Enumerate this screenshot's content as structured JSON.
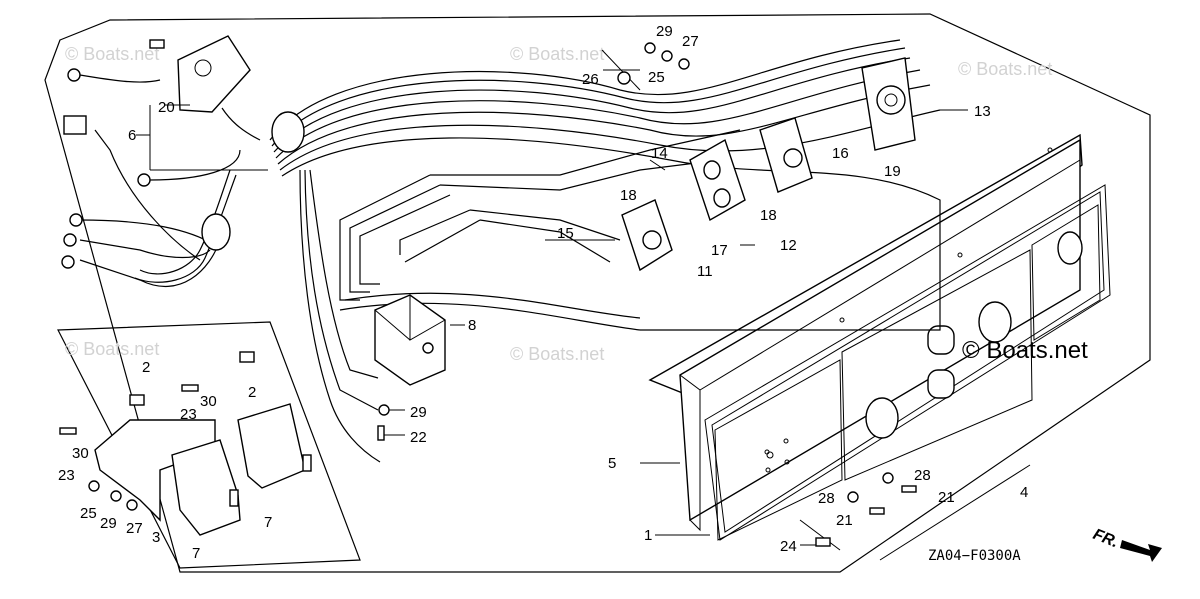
{
  "diagram": {
    "drawing_code": "ZA04−F0300A",
    "front_marker": "FR.",
    "watermarks": [
      "© Boats.net",
      "© Boats.net",
      "© Boats.net",
      "© Boats.net",
      "© Boats.net"
    ],
    "watermark_main": "© Boats.net",
    "callouts": {
      "p1": "1",
      "p2a": "2",
      "p2b": "2",
      "p3": "3",
      "p4": "4",
      "p5": "5",
      "p6": "6",
      "p7a": "7",
      "p7b": "7",
      "p8": "8",
      "p11": "11",
      "p12": "12",
      "p13": "13",
      "p14": "14",
      "p15": "15",
      "p16": "16",
      "p17": "17",
      "p18a": "18",
      "p18b": "18",
      "p19": "19",
      "p20": "20",
      "p21a": "21",
      "p21b": "21",
      "p22": "22",
      "p23a": "23",
      "p23b": "23",
      "p24": "24",
      "p25a": "25",
      "p25b": "25",
      "p26": "26",
      "p27a": "27",
      "p27b": "27",
      "p28a": "28",
      "p28b": "28",
      "p29a": "29",
      "p29b": "29",
      "p29c": "29",
      "p30a": "30",
      "p30b": "30"
    }
  }
}
